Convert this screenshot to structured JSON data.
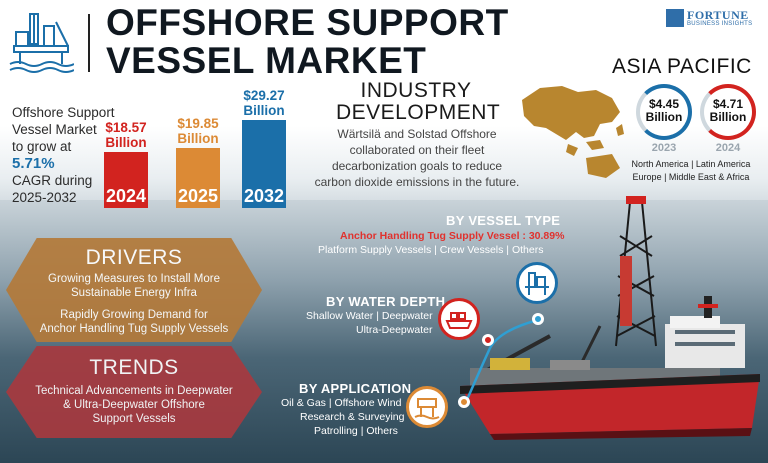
{
  "header": {
    "title": "OFFSHORE SUPPORT VESSEL MARKET",
    "brand_name": "FORTUNE",
    "brand_sub": "BUSINESS INSIGHTS"
  },
  "intro": {
    "line1": "Offshore Support",
    "line2": "Vessel Market",
    "line3": "to grow at",
    "cagr": "5.71%",
    "line4": "CAGR during",
    "period": "2025-2032"
  },
  "chart_data": {
    "type": "bar",
    "title": "",
    "categories": [
      "2024",
      "2025",
      "2032"
    ],
    "values": [
      18.57,
      19.85,
      29.27
    ],
    "labels": [
      "$18.57 Billion",
      "$19.85 Billion",
      "$29.27 Billion"
    ],
    "colors": [
      "#d2231f",
      "#dc8a35",
      "#1b6fa9"
    ],
    "grid": false,
    "legend": "none"
  },
  "industry": {
    "title_line1": "INDUSTRY",
    "title_line2": "DEVELOPMENT",
    "text_line1": "Wärtsilä and Solstad Offshore",
    "text_line2": "collaborated on their fleet",
    "text_line3": "decarbonization goals to reduce",
    "text_line4": "carbon dioxide emissions in the future."
  },
  "asia_pacific": {
    "title": "ASIA PACIFIC",
    "values": [
      {
        "label": "$4.45 Billion",
        "amount": "$4.45",
        "unit": "Billion",
        "year": "2023",
        "color": "#1b6fa9"
      },
      {
        "label": "$4.71 Billion",
        "amount": "$4.71",
        "unit": "Billion",
        "year": "2024",
        "color": "#d2231f"
      }
    ],
    "regions_line1": "North America  |  Latin America",
    "regions_line2": "Europe  |  Middle East & Africa"
  },
  "drivers": {
    "title": "DRIVERS",
    "line1": "Growing Measures to Install More",
    "line2": "Sustainable Energy Infra",
    "line3": "Rapidly Growing Demand for",
    "line4": "Anchor Handling Tug Supply Vessels"
  },
  "trends": {
    "title": "TRENDS",
    "line1": "Technical Advancements in Deepwater",
    "line2": "& Ultra-Deepwater Offshore",
    "line3": "Support Vessels"
  },
  "segments": {
    "vessel_type": {
      "title": "BY VESSEL TYPE",
      "highlight": "Anchor Handling Tug Supply Vessel : 30.89%",
      "others": "Platform Supply Vessels  |  Crew Vessels  |  Others",
      "icon": "oil-rig-icon"
    },
    "water_depth": {
      "title": "BY WATER DEPTH",
      "line1": "Shallow Water  |  Deepwater",
      "line2": "Ultra-Deepwater",
      "icon": "cargo-ship-icon"
    },
    "application": {
      "title": "BY APPLICATION",
      "line1": "Oil & Gas  |  Offshore Wind",
      "line2": "Research & Surveying",
      "line3": "Patrolling  |  Others",
      "icon": "offshore-platform-icon"
    }
  },
  "colors": {
    "blue": "#1b6fa9",
    "red": "#d2231f",
    "orange": "#dc8a35",
    "drivers_bg": "#b37a3a",
    "trends_bg": "#a83a3f"
  }
}
